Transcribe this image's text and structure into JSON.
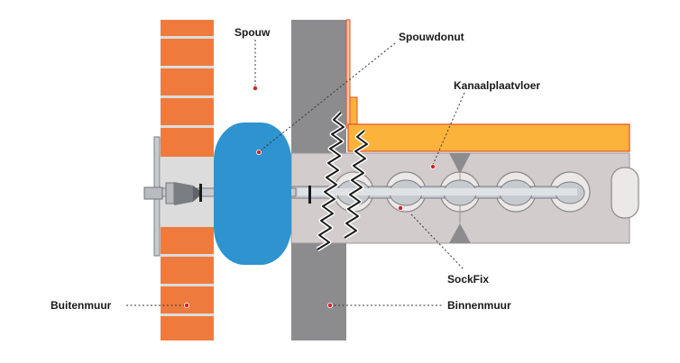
{
  "labels": {
    "spouw": "Spouw",
    "spouwdonut": "Spouwdonut",
    "kanaalplaatvloer": "Kanaalplaatvloer",
    "sockfix": "SockFix",
    "buitenmuur": "Buitenmuur",
    "binnenmuur": "Binnenmuur"
  },
  "colors": {
    "brick": "#ee7b3d",
    "mortar": "#dcdcdc",
    "inner_wall": "#8c8c8e",
    "donut": "#2e93cf",
    "floor_slab": "#d3cccc",
    "floor_topping": "#fbb33b",
    "anchor_rod": "#c7cbcf",
    "marker": "#d21f26"
  }
}
